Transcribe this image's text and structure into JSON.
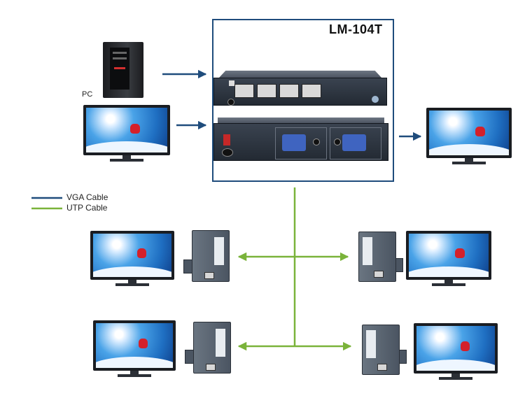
{
  "model": "LM-104T",
  "pc_label": "PC",
  "legend": [
    {
      "label": "VGA Cable",
      "color": "#1f4c7c"
    },
    {
      "label": "UTP Cable",
      "color": "#7ab33a"
    }
  ],
  "colors": {
    "vga": "#1f4c7c",
    "utp": "#7ab33a"
  }
}
